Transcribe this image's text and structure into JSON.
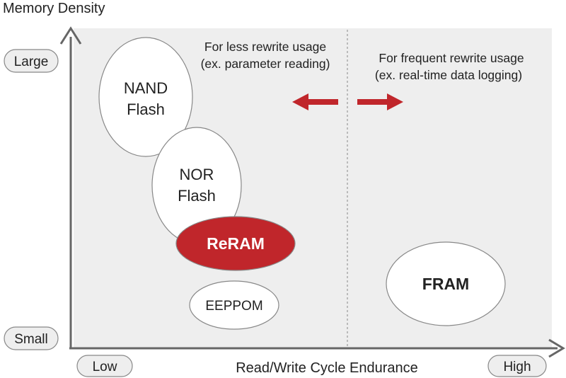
{
  "y_axis": {
    "title": "Memory Density",
    "top_label": "Large",
    "bottom_label": "Small"
  },
  "x_axis": {
    "title": "Read/Write Cycle Endurance",
    "left_label": "Low",
    "right_label": "High"
  },
  "left_region": {
    "line1": "For less rewrite usage",
    "line2": "(ex. parameter reading)"
  },
  "right_region": {
    "line1": "For frequent rewrite usage",
    "line2": "(ex. real-time data logging)"
  },
  "memories": {
    "nand": {
      "line1": "NAND",
      "line2": "Flash"
    },
    "nor": {
      "line1": "NOR",
      "line2": "Flash"
    },
    "reram": {
      "label": "ReRAM"
    },
    "eeprom": {
      "label": "EEPPOM"
    },
    "fram": {
      "label": "FRAM"
    }
  },
  "colors": {
    "background": "#eeeeee",
    "accent": "#c0262b",
    "axis": "#666666",
    "bubble_border": "#888888"
  }
}
